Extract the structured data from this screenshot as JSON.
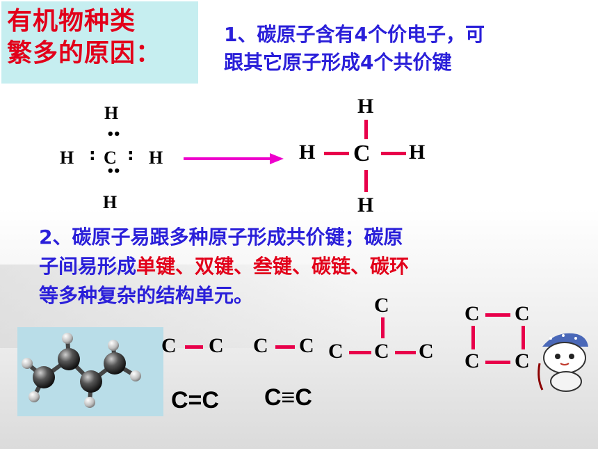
{
  "title": {
    "line1": "有机物种类",
    "line2": "繁多的原因："
  },
  "point1": {
    "line1": "1、碳原子含有4个价电子，可",
    "line2": "跟其它原子形成4个共价键"
  },
  "point2": {
    "line1": "2、碳原子易跟多种原子形成共价键；碳原",
    "line2_prefix": "子间易形成",
    "line2_highlight": "单键、双键、叁键、碳链、碳环",
    "line3": "等多种复杂的结构单元。"
  },
  "atoms": {
    "carbon": "C",
    "hydrogen": "H"
  },
  "electron_dots": {
    "pair_h": "••",
    "pair_v": ":"
  },
  "formulas": {
    "double_bond": "C=C",
    "triple_bond": "C≡C"
  },
  "colors": {
    "title": "#e2001a",
    "text": "#2a1fd9",
    "highlight": "#e2001a",
    "bond": "#e8004a",
    "arrow": "#ee00cc",
    "title_bg": "#c6eef0"
  }
}
